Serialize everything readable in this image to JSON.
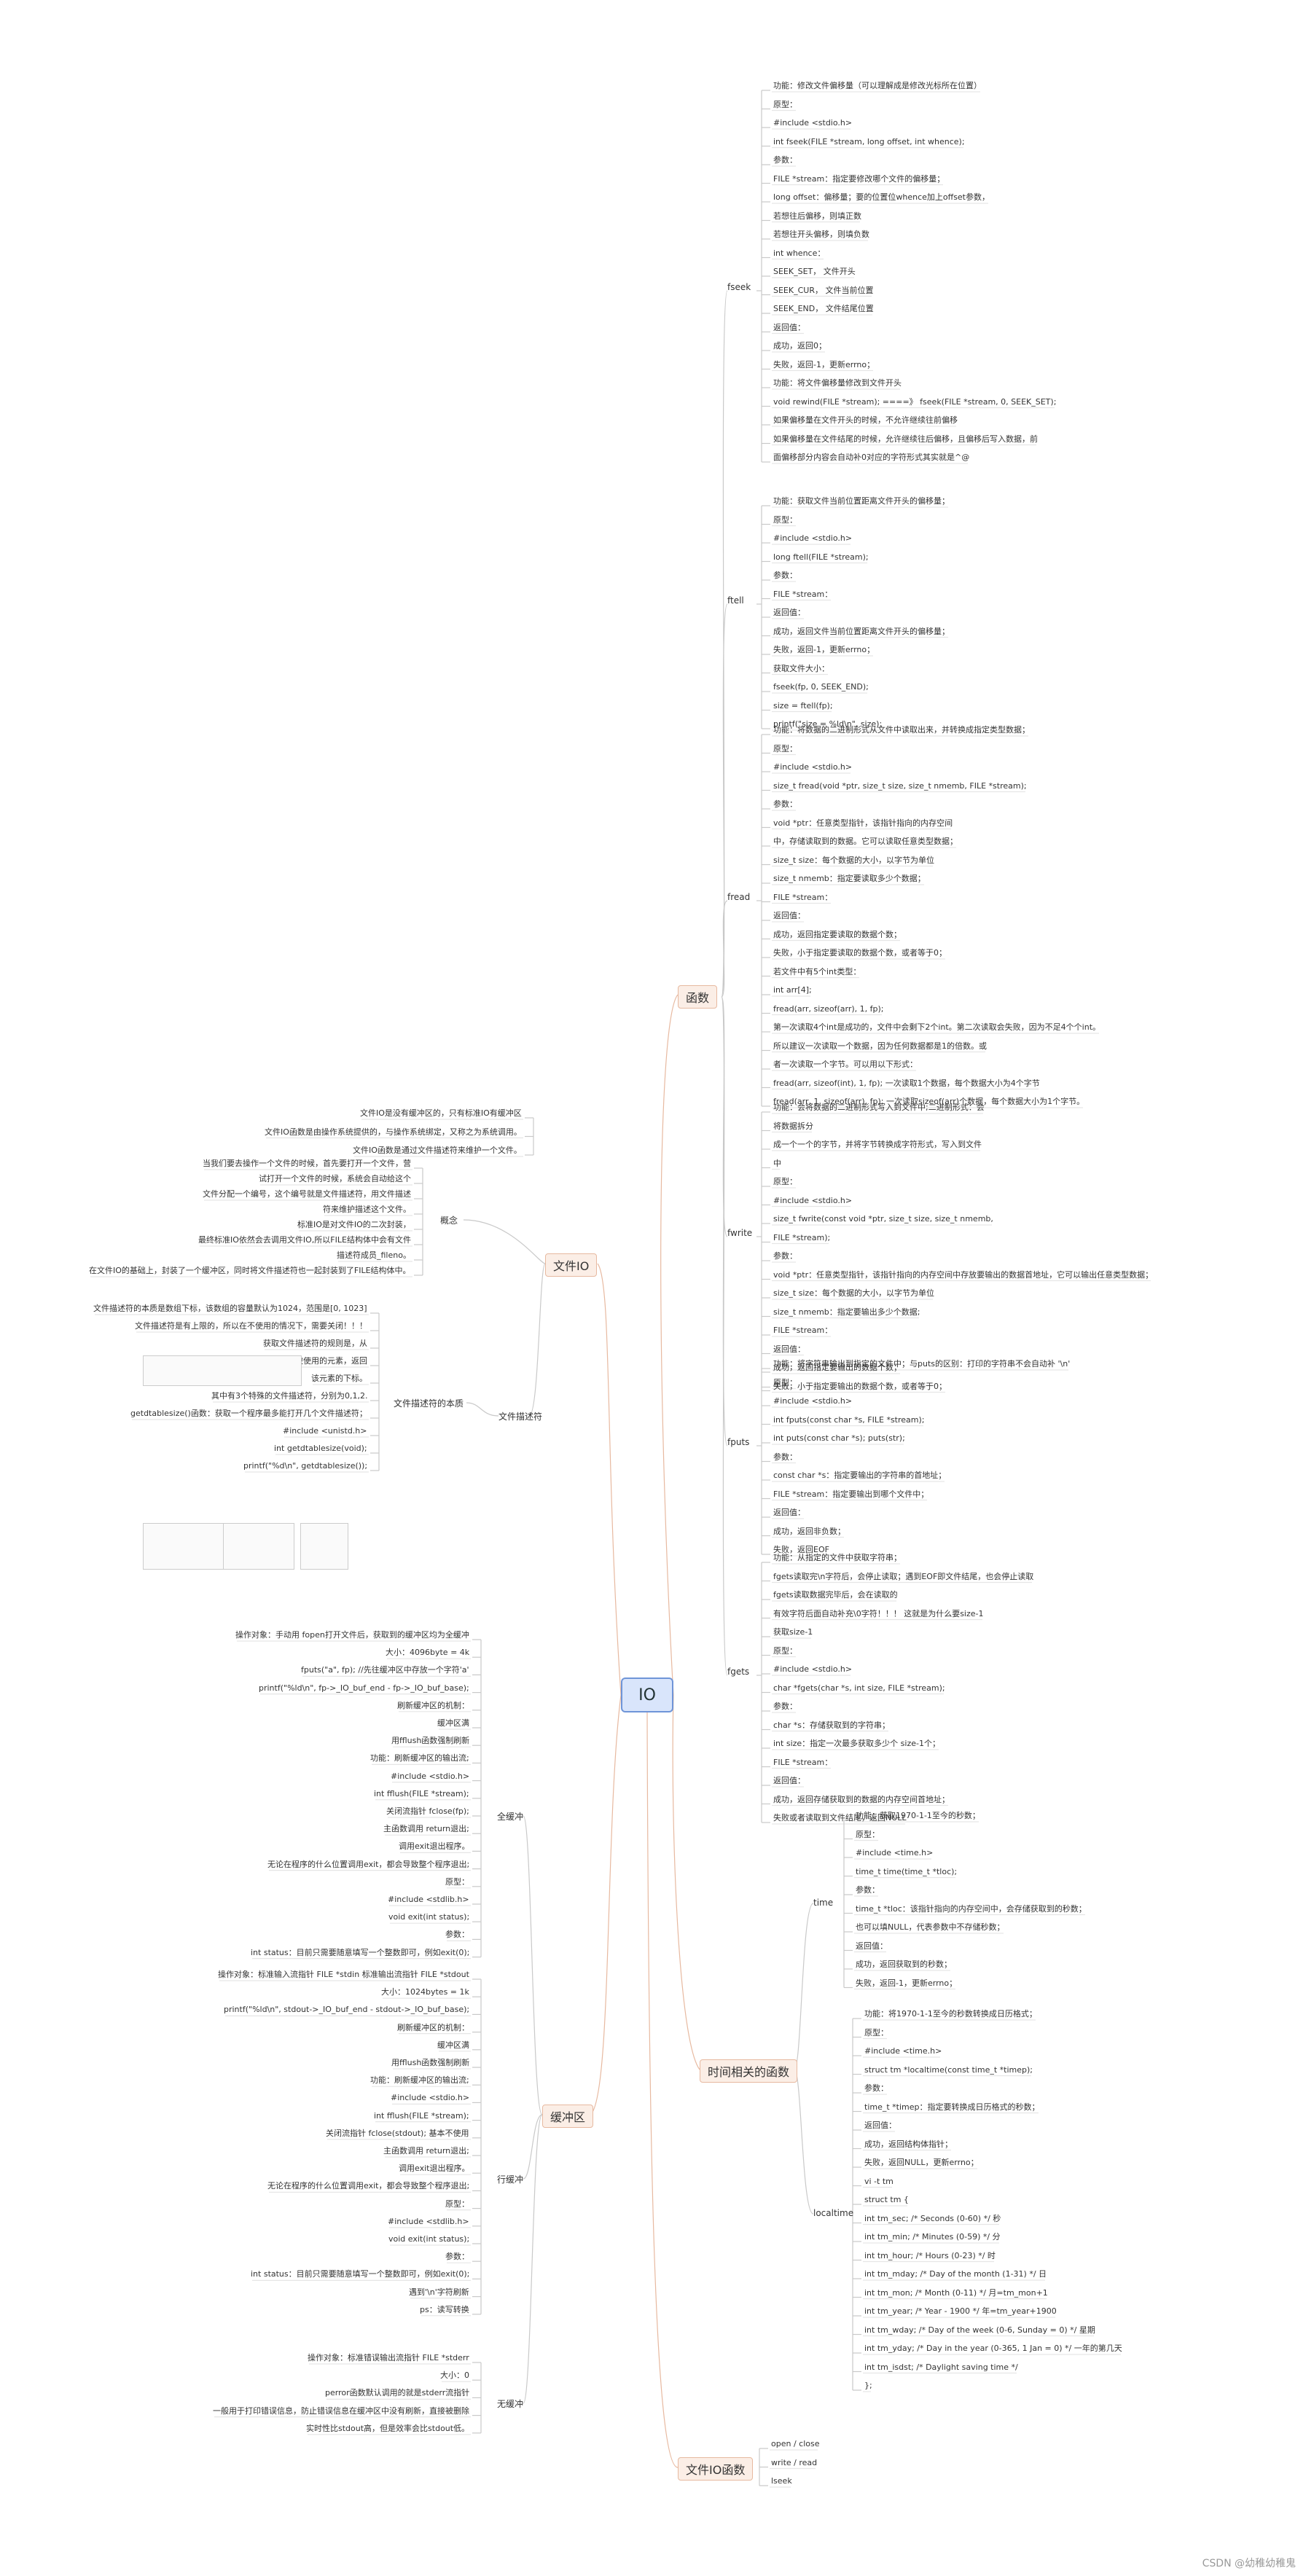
{
  "root": "IO",
  "right": {
    "functions": {
      "label": "函数",
      "fseek": {
        "label": "fseek",
        "lines": [
          "功能：修改文件偏移量（可以理解成是修改光标所在位置）",
          "原型：",
          "#include <stdio.h>",
          "int fseek(FILE *stream, long offset, int whence);",
          "参数：",
          "FILE *stream：指定要修改哪个文件的偏移量；",
          "long offset：偏移量；要的位置位whence加上offset参数，",
          "若想往后偏移，则填正数",
          "若想往开头偏移，则填负数",
          "int whence：",
          "SEEK_SET，  文件开头",
          "SEEK_CUR，  文件当前位置",
          "SEEK_END，  文件结尾位置",
          "返回值：",
          "成功，返回0；",
          "失败，返回-1，更新errno；",
          "功能：将文件偏移量修改到文件开头",
          "void rewind(FILE *stream);  ====》  fseek(FILE *stream, 0, SEEK_SET);",
          "如果偏移量在文件开头的时候，不允许继续往前偏移",
          "如果偏移量在文件结尾的时候，允许继续往后偏移，且偏移后写入数据，前",
          "面偏移部分内容会自动补0对应的字符形式其实就是^@"
        ]
      },
      "ftell": {
        "label": "ftell",
        "lines": [
          "功能：获取文件当前位置距离文件开头的偏移量；",
          "原型：",
          "#include <stdio.h>",
          "long ftell(FILE *stream);",
          "参数：",
          "FILE *stream：",
          "返回值：",
          "成功，返回文件当前位置距离文件开头的偏移量；",
          "失败，返回-1，更新errno；",
          "获取文件大小：",
          "fseek(fp, 0, SEEK_END);",
          "size = ftell(fp);",
          "printf(\"size = %ld\\n\", size);"
        ]
      },
      "fread": {
        "label": "fread",
        "lines": [
          "功能：将数据的二进制形式从文件中读取出来，并转换成指定类型数据；",
          "原型：",
          "#include <stdio.h>",
          "size_t fread(void *ptr, size_t size, size_t nmemb, FILE *stream);",
          "参数：",
          "void *ptr：任意类型指针，该指针指向的内存空间",
          "中，存储读取到的数据。它可以读取任意类型数据；",
          "size_t size：每个数据的大小，以字节为单位",
          "size_t nmemb：指定要读取多少个数据；",
          "FILE *stream：",
          "返回值：",
          "成功，返回指定要读取的数据个数；",
          "失败，小于指定要读取的数据个数，或者等于0；",
          "若文件中有5个int类型：",
          "int arr[4];",
          "fread(arr, sizeof(arr), 1, fp);",
          "第一次读取4个int是成功的，文件中会剩下2个int。第二次读取会失败，因为不足4个个int。",
          "所以建议一次读取一个数据，因为任何数据都是1的倍数。或",
          "者一次读取一个字节。可以用以下形式：",
          "fread(arr, sizeof(int), 1, fp);  一次读取1个数据，每个数据大小为4个字节",
          "fread(arr, 1, sizeof(arr), fp);  一次读取sizeof(arr)个数据，每个数据大小为1个字节。"
        ]
      },
      "fwrite": {
        "label": "fwrite",
        "lines": [
          "功能：会将数据的二进制形式写入到文件中;二进制形式：会",
          "将数据拆分",
          "成一个一个的字节，并将字节转换成字符形式，写入到文件",
          "中",
          "原型：",
          "#include <stdio.h>",
          "size_t fwrite(const void *ptr, size_t size, size_t nmemb,",
          "FILE *stream);",
          "参数：",
          "void *ptr：任意类型指针，该指针指向的内存空间中存放要输出的数据首地址，它可以输出任意类型数据；",
          "size_t size：每个数据的大小，以字节为单位",
          "size_t nmemb：指定要输出多少个数据;",
          "FILE *stream：",
          "返回值：",
          "成功，返回指定要输出的数据个数；",
          "失败，小于指定要输出的数据个数，或者等于0；"
        ]
      },
      "fputs": {
        "label": "fputs",
        "lines": [
          "功能：将字符串输出到指定的文件中；与puts的区别：打印的字符串不会自动补 '\\n'",
          "原型：",
          "#include <stdio.h>",
          "int fputs(const char *s, FILE *stream);",
          "int puts(const char *s);    puts(str);",
          "参数：",
          "const char *s：指定要输出的字符串的首地址；",
          "FILE *stream：指定要输出到哪个文件中；",
          "返回值：",
          "成功，返回非负数；",
          "失败，返回EOF"
        ]
      },
      "fgets": {
        "label": "fgets",
        "lines": [
          "功能：从指定的文件中获取字符串；",
          "fgets读取完\\n字符后，会停止读取；遇到EOF即文件结尾，也会停止读取",
          "fgets读取数据完毕后，会在读取的",
          "有效字符后面自动补充\\0字符！！！ 这就是为什么要size-1",
          "获取size-1",
          "原型：",
          "#include <stdio.h>",
          "char *fgets(char *s, int size, FILE *stream);",
          "参数：",
          "char *s：存储获取到的字符串；",
          "int size：指定一次最多获取多少个 size-1个；",
          "FILE *stream：",
          "返回值：",
          "成功，返回存储获取到的数据的内存空间首地址；",
          "失败或者读取到文件结尾，返回NULL"
        ]
      }
    },
    "time_funcs": {
      "label": "时间相关的函数",
      "time": {
        "label": "time",
        "lines": [
          "功能：获取1970-1-1至今的秒数；",
          "原型：",
          "#include <time.h>",
          "time_t time(time_t *tloc);",
          "参数：",
          "time_t *tloc：该指针指向的内存空间中，会存储获取到的秒数；",
          "也可以填NULL，代表参数中不存储秒数；",
          "返回值：",
          "成功，返回获取到的秒数；",
          "失败，返回-1，更新errno；"
        ]
      },
      "localtime": {
        "label": "localtime",
        "lines": [
          "功能：将1970-1-1至今的秒数转换成日历格式；",
          "原型：",
          "#include <time.h>",
          "struct tm *localtime(const time_t *timep);",
          "参数：",
          "time_t *timep：指定要转换成日历格式的秒数；",
          "返回值：",
          "成功，返回结构体指针；",
          "失败，返回NULL，更新errno；",
          "vi -t tm",
          "struct tm {",
          "int tm_sec;    /* Seconds (0-60) */       秒",
          "int tm_min;    /* Minutes (0-59) */       分",
          "int tm_hour;   /* Hours (0-23) */         时",
          "int tm_mday;   /* Day of the month (1-31) */  日",
          "int tm_mon;    /* Month (0-11) */        月=tm_mon+1",
          "int tm_year;   /* Year - 1900 */         年=tm_year+1900",
          "int tm_wday;   /* Day of the week (0-6, Sunday = 0) */   星期",
          "int tm_yday;   /* Day in the year (0-365, 1 Jan = 0) */  一年的第几天",
          "int tm_isdst;  /* Daylight saving time */",
          "};"
        ]
      }
    },
    "fileio_funcs": {
      "label": "文件IO函数",
      "lines": [
        "open    /    close",
        "write    /    read",
        "lseek"
      ]
    }
  },
  "left": {
    "fileio": {
      "label": "文件IO",
      "top_lines": [
        "文件IO是没有缓冲区的，只有标准IO有缓冲区",
        "文件IO函数是由操作系统提供的，与操作系统绑定，又称之为系统调用。",
        "文件IO函数是通过文件描述符来维护一个文件。"
      ],
      "concept": {
        "label": "概念",
        "lines": [
          "当我们要去操作一个文件的时候，首先要打开一个文件，营",
          "试打开一个文件的时候，系统会自动给这个",
          "文件分配一个编号，这个编号就是文件描述符，用文件描述",
          "符来维护描述这个文件。",
          "标准IO是对文件IO的二次封装，",
          "最终标准IO依然会去调用文件IO,所以FILE结构体中会有文件",
          "描述符成员_fileno。",
          "在文件IO的基础上，封装了一个缓冲区，同时将文件描述符也一起封装到了FILE结构体中。"
        ]
      },
      "fd": {
        "label": "文件描述符",
        "essence": {
          "label": "文件描述符的本质",
          "lines": [
            "文件描述符的本质是数组下标，该数组的容量默认为1024，范围是[0, 1023]",
            "文件描述符是有上限的，所以在不使用的情况下，需要关闭！！！",
            "获取文件描述符的规则是，从",
            "小向大，依次获取，直到找到一个没有被使用的元素，返回",
            "该元素的下标。",
            "其中有3个特殊的文件描述符，分别为0,1,2.",
            "getdtablesize()函数：获取一个程序最多能打开几个文件描述符；",
            "#include <unistd.h>",
            "int getdtablesize(void);",
            "printf(\"%d\\n\", getdtablesize());"
          ]
        }
      }
    },
    "buffer": {
      "label": "缓冲区",
      "full": {
        "label": "全缓冲",
        "lines": [
          "操作对象：手动用 fopen打开文件后，获取到的缓冲区均为全缓冲",
          "大小：4096byte = 4k",
          "fputs(\"a\", fp);    //先往缓冲区中存放一个字符'a'",
          "printf(\"%ld\\n\", fp->_IO_buf_end - fp->_IO_buf_base);",
          "刷新缓冲区的机制：",
          "缓冲区满",
          "用fflush函数强制刷新",
          "功能：刷新缓冲区的输出流;",
          "#include <stdio.h>",
          "int fflush(FILE *stream);",
          "关闭流指针 fclose(fp);",
          "主函数调用 return退出;",
          "调用exit退出程序。",
          "无论在程序的什么位置调用exit，都会导致整个程序退出;",
          "原型：",
          "#include <stdlib.h>",
          "void exit(int status);",
          "参数：",
          "int status：目前只需要随意填写一个整数即可，例如exit(0);"
        ]
      },
      "line": {
        "label": "行缓冲",
        "lines": [
          "操作对象：标准输入流指针  FILE *stdin    标准输出流指针  FILE *stdout",
          "大小：1024bytes = 1k",
          "printf(\"%ld\\n\", stdout->_IO_buf_end - stdout->_IO_buf_base);",
          "刷新缓冲区的机制：",
          "缓冲区满",
          "用fflush函数强制刷新",
          "功能：刷新缓冲区的输出流;",
          "#include <stdio.h>",
          "int fflush(FILE *stream);",
          "关闭流指针 fclose(stdout); 基本不使用",
          "主函数调用 return退出;",
          "调用exit退出程序。",
          "无论在程序的什么位置调用exit，都会导致整个程序退出;",
          "原型：",
          "#include <stdlib.h>",
          "void exit(int status);",
          "参数：",
          "int status：目前只需要随意填写一个整数即可，例如exit(0);",
          "遇到'\\n'字符刷新",
          "ps：读写转换"
        ]
      },
      "none": {
        "label": "无缓冲",
        "lines": [
          "操作对象：标准错误输出流指针  FILE *stderr",
          "大小：0",
          "perror函数默认调用的就是stderr流指针",
          "一般用于打印错误信息，防止错误信息在缓冲区中没有刷新，直接被删除",
          "实时性比stdout高，但是效率会比stdout低。"
        ]
      }
    }
  },
  "watermark": "CSDN @幼稚幼稚鬼"
}
